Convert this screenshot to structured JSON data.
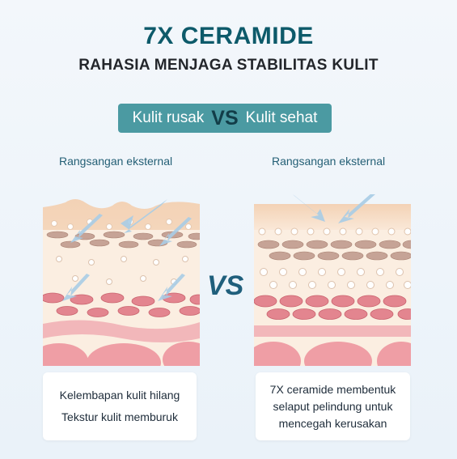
{
  "header": {
    "title": "7X CERAMIDE",
    "subtitle": "RAHASIA MENJAGA STABILITAS KULIT"
  },
  "comparison": {
    "left_label": "Kulit rusak",
    "vs": "VS",
    "right_label": "Kulit sehat"
  },
  "left_panel": {
    "stimulus_label": "Rangsangan eksternal",
    "lines": [
      "Kelembapan kulit hilang",
      "Tekstur kulit memburuk"
    ]
  },
  "right_panel": {
    "stimulus_label": "Rangsangan eksternal",
    "lines": [
      "7X ceramide membentuk",
      "selaput pelindung untuk",
      "mencegah kerusakan"
    ]
  },
  "center_vs": "VS",
  "colors": {
    "title": "#0d5a6a",
    "badge": "#4b9aa2",
    "arrow": "#a9cde6",
    "skin_top": "#f6dcc6",
    "cell_red": "#e3858f",
    "base_pink": "#ef9ea5"
  }
}
